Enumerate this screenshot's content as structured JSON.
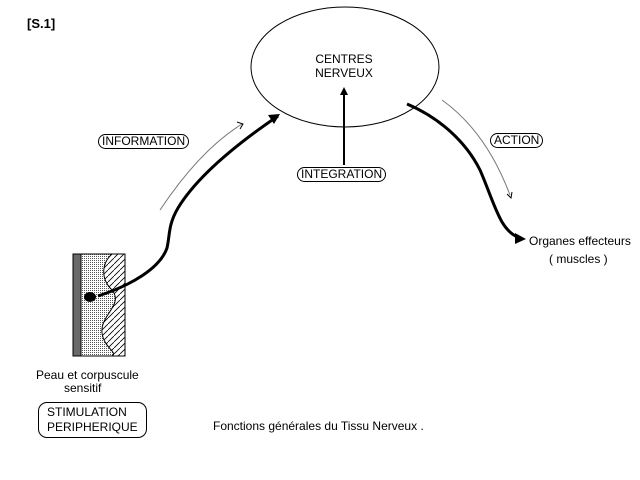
{
  "ref_label": "[S.1]",
  "centres": {
    "line1": "CENTRES",
    "line2": "NERVEUX"
  },
  "information_label": "INFORMATION",
  "integration_label": "INTEGRATION",
  "action_label": "ACTION",
  "effecteurs": {
    "line1": "Organes effecteurs",
    "line2": "( muscles )"
  },
  "peau": {
    "line1": "Peau et corpuscule",
    "line2": "sensitif"
  },
  "stimulation": {
    "line1": "STIMULATION",
    "line2": "PERIPHERIQUE"
  },
  "caption": "Fonctions générales du Tissu Nerveux ."
}
